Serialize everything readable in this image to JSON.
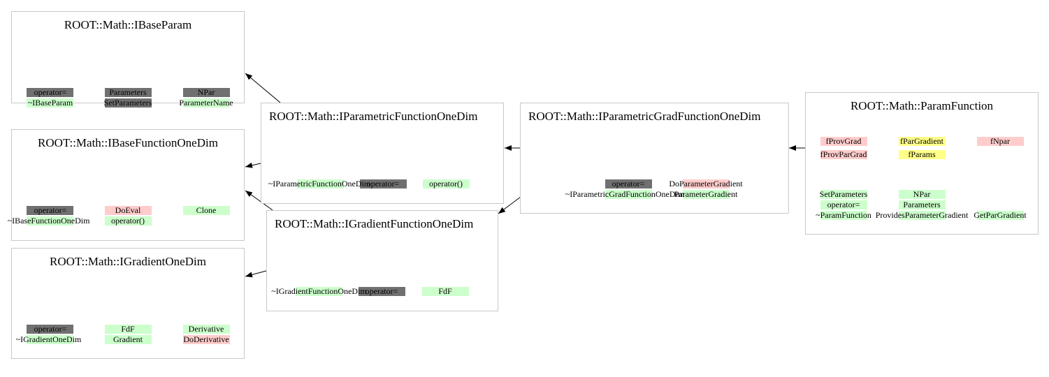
{
  "nodes": {
    "ibaseparam": {
      "title": "ROOT::Math::IBaseParam",
      "labels": [
        "operator=",
        "~IBaseParam",
        "Parameters",
        "SetParameters",
        "NPar",
        "ParameterName"
      ]
    },
    "ibasefunctiononedim": {
      "title": "ROOT::Math::IBaseFunctionOneDim",
      "labels": [
        "operator=",
        "~IBaseFunctionOneDim",
        "DoEval",
        "operator()",
        "Clone"
      ]
    },
    "igradientonedim": {
      "title": "ROOT::Math::IGradientOneDim",
      "labels": [
        "operator=",
        "~IGradientOneDim",
        "FdF",
        "Gradient",
        "Derivative",
        "DoDerivative"
      ]
    },
    "iparametricfunctiononedim": {
      "title": "ROOT::Math::IParametricFunctionOneDim",
      "labels": [
        "~IParametricFunctionOneDim",
        "operator=",
        "operator()"
      ]
    },
    "igradientfunctiononedim": {
      "title": "ROOT::Math::IGradientFunctionOneDim",
      "labels": [
        "~IGradientFunctionOneDim",
        "operator=",
        "FdF"
      ]
    },
    "iparametricgradfunctiononedim": {
      "title": "ROOT::Math::IParametricGradFunctionOneDim",
      "labels": [
        "operator=",
        "~IParametricGradFunctionOneDim",
        "DoParameterGradient",
        "ParameterGradient"
      ]
    },
    "paramfunction": {
      "title": "ROOT::Math::ParamFunction",
      "labels": [
        "fProvGrad",
        "fProvParGrad",
        "fParGradient",
        "fParams",
        "fNpar",
        "SetParameters",
        "operator=",
        "~ParamFunction",
        "NPar",
        "Parameters",
        "ProvidesParameterGradient",
        "GetParGradient"
      ]
    }
  },
  "colors": {
    "border": "#c8c8c8",
    "arrow": "#000000",
    "gray": "#707070",
    "green": "#ccffcc",
    "red": "#ffcccc",
    "yellow": "#ffff88"
  }
}
